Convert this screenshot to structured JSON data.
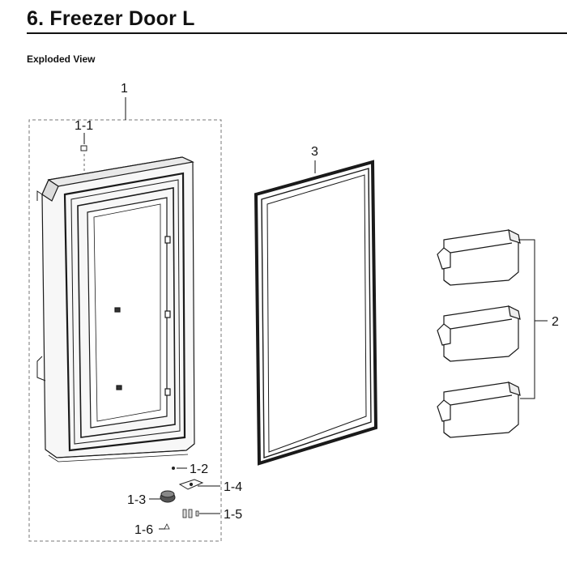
{
  "page": {
    "title": "6.  Freezer Door L",
    "section": "Exploded View"
  },
  "callouts": {
    "c1": "1",
    "c1_1": "1-1",
    "c1_2": "1-2",
    "c1_3": "1-3",
    "c1_4": "1-4",
    "c1_5": "1-5",
    "c1_6": "1-6",
    "c2": "2",
    "c3": "3"
  }
}
